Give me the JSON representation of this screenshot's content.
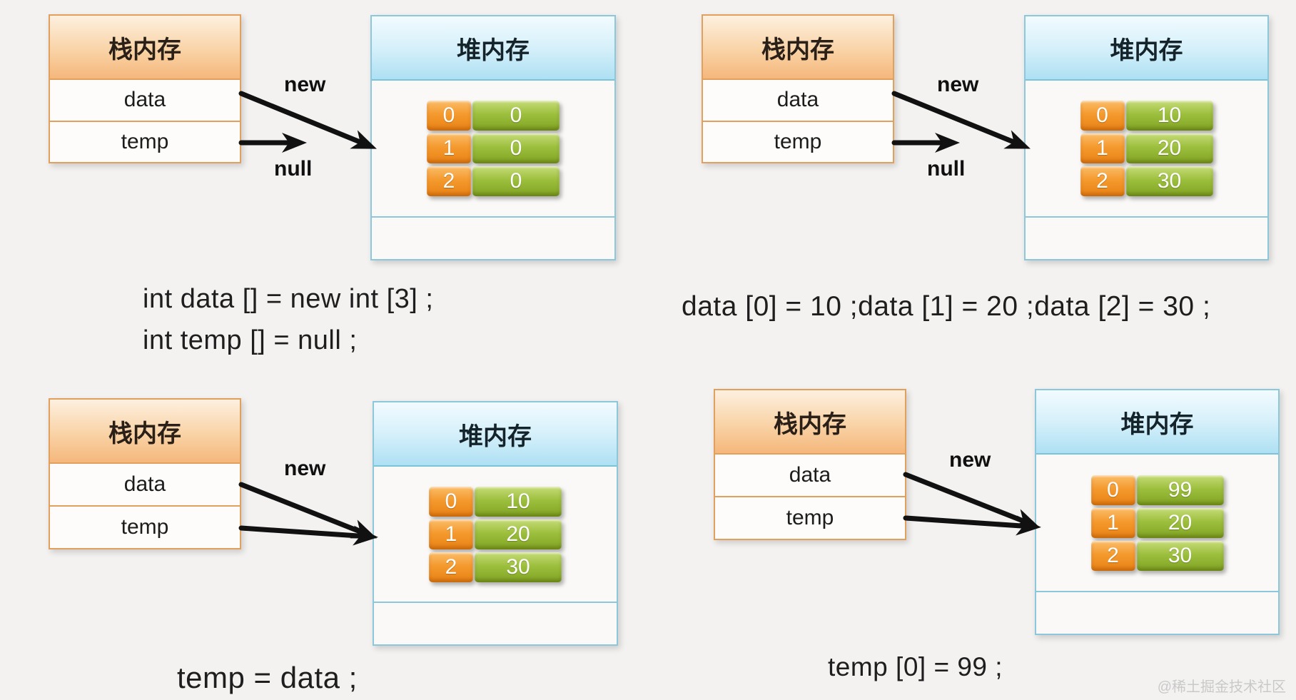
{
  "watermark": "@稀土掘金技术社区",
  "colors": {
    "page_bg": "#f3f2f0",
    "stack_border": "#e2a05e",
    "stack_header_gradient_top": "#fdf0e0",
    "stack_header_gradient_bottom": "#f5b77c",
    "heap_border": "#8cc7dc",
    "heap_header_gradient_top": "#f2fbff",
    "heap_header_gradient_bottom": "#aee0f3",
    "index_chip_orange": "#f49a2e",
    "value_chip_green": "#9dbf3e",
    "arrow_black": "#111111",
    "caption_text": "#1e1e1e",
    "watermark_text": "#c9c9c9"
  },
  "panels": [
    {
      "name": "declare-arrays",
      "stack": {
        "title": "栈内存",
        "rows": [
          "data",
          "temp"
        ]
      },
      "heap": {
        "title": "堆内存",
        "cells": [
          {
            "index": "0",
            "value": "0"
          },
          {
            "index": "1",
            "value": "0"
          },
          {
            "index": "2",
            "value": "0"
          }
        ]
      },
      "arrow_labels": {
        "new": "new",
        "null": "null"
      },
      "caption_lines": [
        "int data [] = new int [3] ;",
        "int temp [] = null ;"
      ]
    },
    {
      "name": "assign-values",
      "stack": {
        "title": "栈内存",
        "rows": [
          "data",
          "temp"
        ]
      },
      "heap": {
        "title": "堆内存",
        "cells": [
          {
            "index": "0",
            "value": "10"
          },
          {
            "index": "1",
            "value": "20"
          },
          {
            "index": "2",
            "value": "30"
          }
        ]
      },
      "arrow_labels": {
        "new": "new",
        "null": "null"
      },
      "caption_lines": [
        "data [0] = 10 ;data [1] = 20 ;data [2] = 30 ;"
      ]
    },
    {
      "name": "temp-equals-data",
      "stack": {
        "title": "栈内存",
        "rows": [
          "data",
          "temp"
        ]
      },
      "heap": {
        "title": "堆内存",
        "cells": [
          {
            "index": "0",
            "value": "10"
          },
          {
            "index": "1",
            "value": "20"
          },
          {
            "index": "2",
            "value": "30"
          }
        ]
      },
      "arrow_labels": {
        "new": "new"
      },
      "caption_lines": [
        "temp = data ;"
      ]
    },
    {
      "name": "modify-through-temp",
      "stack": {
        "title": "栈内存",
        "rows": [
          "data",
          "temp"
        ]
      },
      "heap": {
        "title": "堆内存",
        "cells": [
          {
            "index": "0",
            "value": "99"
          },
          {
            "index": "1",
            "value": "20"
          },
          {
            "index": "2",
            "value": "30"
          }
        ]
      },
      "arrow_labels": {
        "new": "new"
      },
      "caption_lines": [
        "temp [0] = 99 ;"
      ]
    }
  ]
}
